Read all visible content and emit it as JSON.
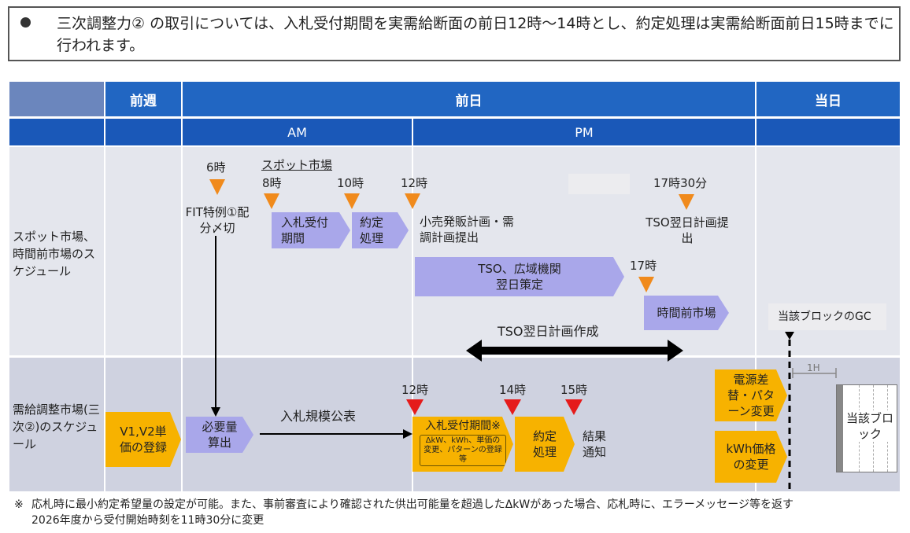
{
  "intro": {
    "text": "三次調整力② の取引については、入札受付期間を実需給断面の前日12時～14時とし、約定処理は実需給断面前日15時までに行われます。"
  },
  "header": {
    "prev_week": "前週",
    "prev_day": "前日",
    "today": "当日",
    "am": "AM",
    "pm": "PM"
  },
  "rows": {
    "spot": "スポット市場、時間前市場のスケジュール",
    "balancing": "需給調整市場(三次②)のスケジュール"
  },
  "spot_row": {
    "t6": "6時",
    "fit": "FIT特例①配分〆切",
    "spot_market": "スポット市場",
    "t8": "8時",
    "t10": "10時",
    "t12": "12時",
    "bid_period": "入札受付期間",
    "contract": "約定処理",
    "retail": "小売発販計画・需調計画提出",
    "t1730": "17時30分",
    "tso_plan": "TSO翌日計画提出",
    "tso_wide": "TSO、広域機関翌日策定",
    "t17": "17時",
    "intraday": "時間前市場",
    "tso_create": "TSO翌日計画作成",
    "gc": "当該ブロックのGC"
  },
  "balancing_row": {
    "v_register": "V1,V2単価の登録",
    "required": "必要量算出",
    "announce": "入札規模公表",
    "t12": "12時",
    "t14": "14時",
    "t15": "15時",
    "bid_period": "入札受付期間※",
    "bid_detail": "ΔkW、kWh、単価の変更、パターンの登録等",
    "contract": "約定処理",
    "result": "結果通知",
    "source_change": "電源差替・パターン変更",
    "kwh_change": "kWh価格の変更",
    "one_hour": "1H",
    "block": "当該ブロック"
  },
  "footnote": {
    "mark": "※",
    "line1": "応札時に最小約定希望量の設定が可能。また、事前審査により確認された供出可能量を超過したΔkWがあった場合、応札時に、エラーメッセージ等を返す",
    "line2": "2026年度から受付開始時刻を11時30分に変更"
  },
  "colors": {
    "header_blue": "#2166c2",
    "purple_box": "#a9a7ea",
    "orange_box": "#f7b200",
    "orange_marker": "#f08a1c",
    "red_marker": "#e51b1b"
  }
}
